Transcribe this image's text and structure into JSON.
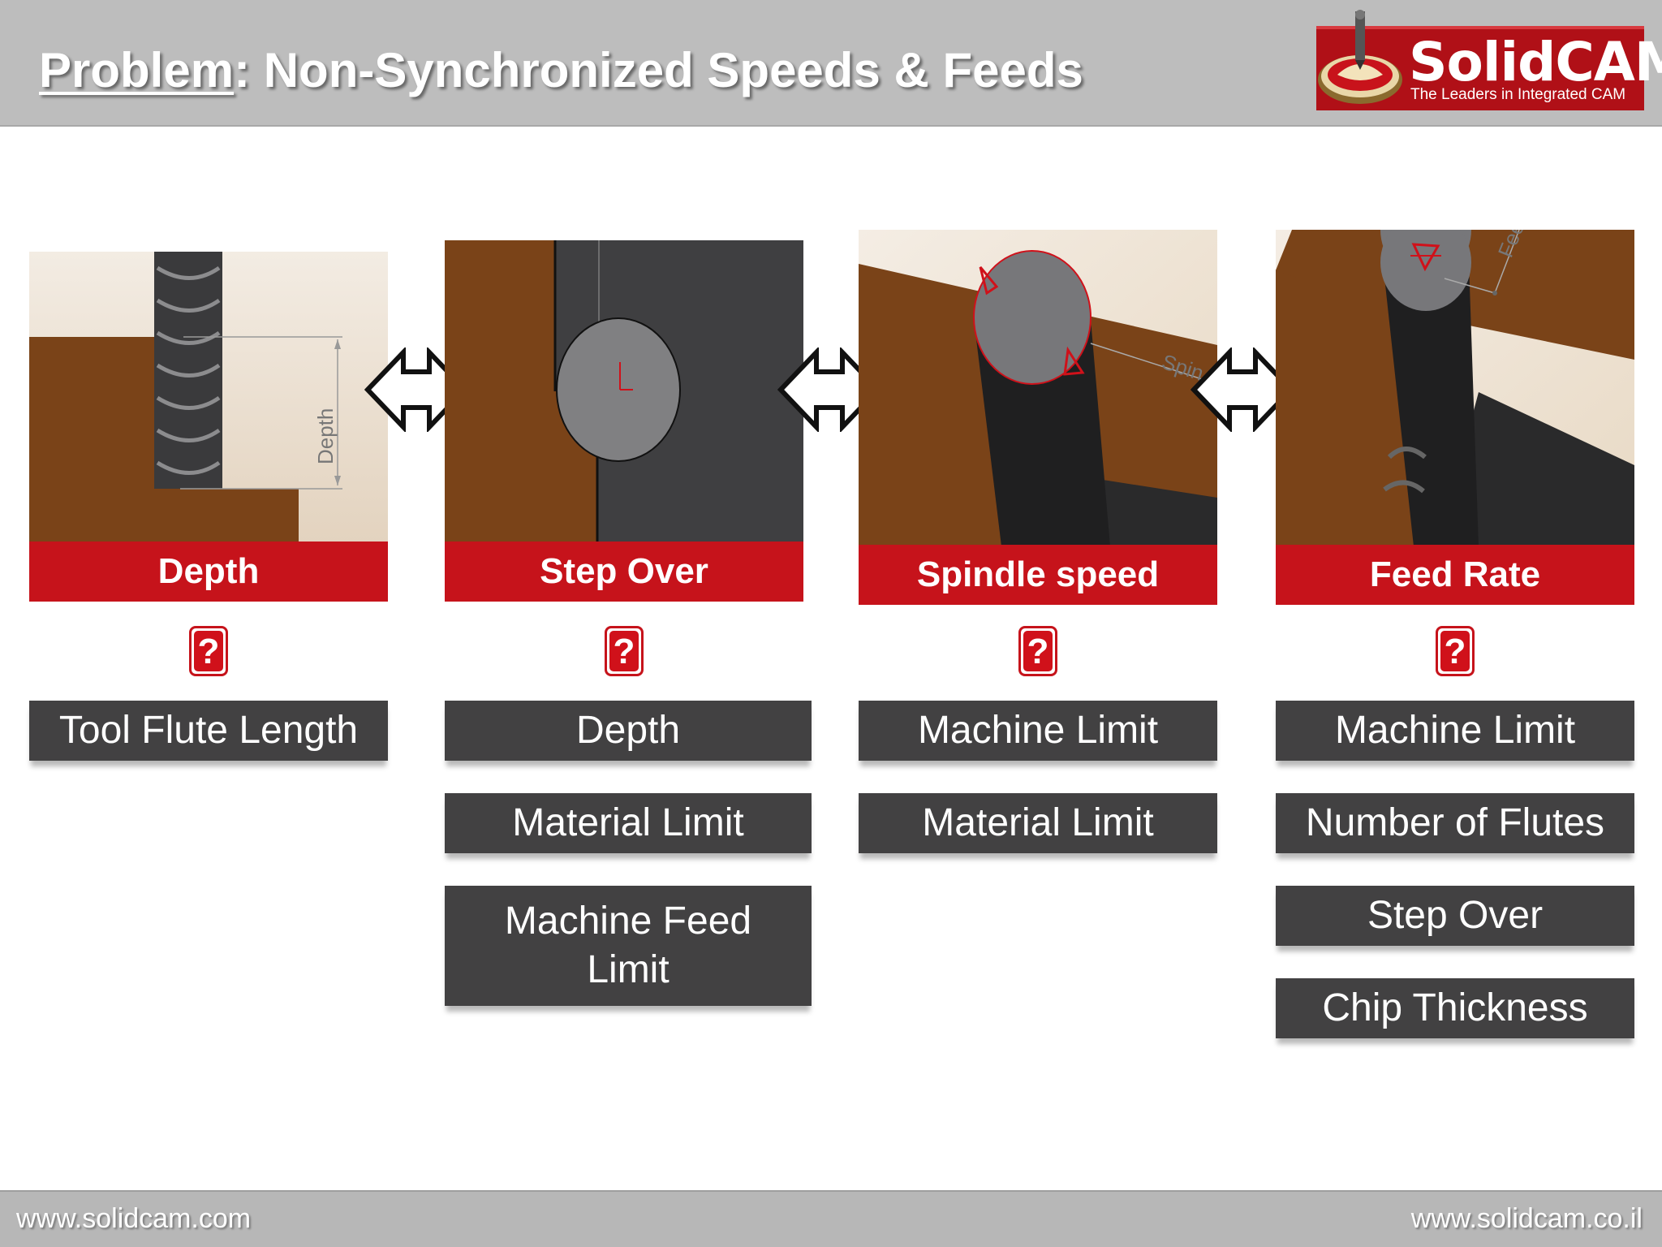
{
  "header": {
    "title_problem": "Problem",
    "title_rest": ": Non-Synchronized Speeds & Feeds",
    "logo_name": "SolidCAM",
    "logo_tagline": "The Leaders in Integrated CAM"
  },
  "columns": [
    {
      "caption": "Depth",
      "scene_label": "Depth",
      "items": [
        "Tool Flute Length"
      ]
    },
    {
      "caption": "Step Over",
      "scene_label": "",
      "items": [
        "Depth",
        "Material Limit",
        "Machine Feed Limit"
      ]
    },
    {
      "caption": "Spindle speed",
      "scene_label": "Spin",
      "items": [
        "Machine Limit",
        "Material Limit"
      ]
    },
    {
      "caption": "Feed Rate",
      "scene_label": "Fee",
      "items": [
        "Machine Limit",
        "Number of Flutes",
        "Step Over",
        "Chip Thickness"
      ]
    }
  ],
  "question_glyph": "?",
  "footer": {
    "left_url": "www.solidcam.com",
    "right_url": "www.solidcam.co.il"
  },
  "colors": {
    "accent_red": "#c6131b",
    "box_gray": "#424142",
    "header_gray": "#bdbdbd",
    "material_brown": "#7a4318"
  },
  "icons": [
    "double-arrow-icon",
    "question-mark-icon",
    "solidcam-logo-icon"
  ]
}
